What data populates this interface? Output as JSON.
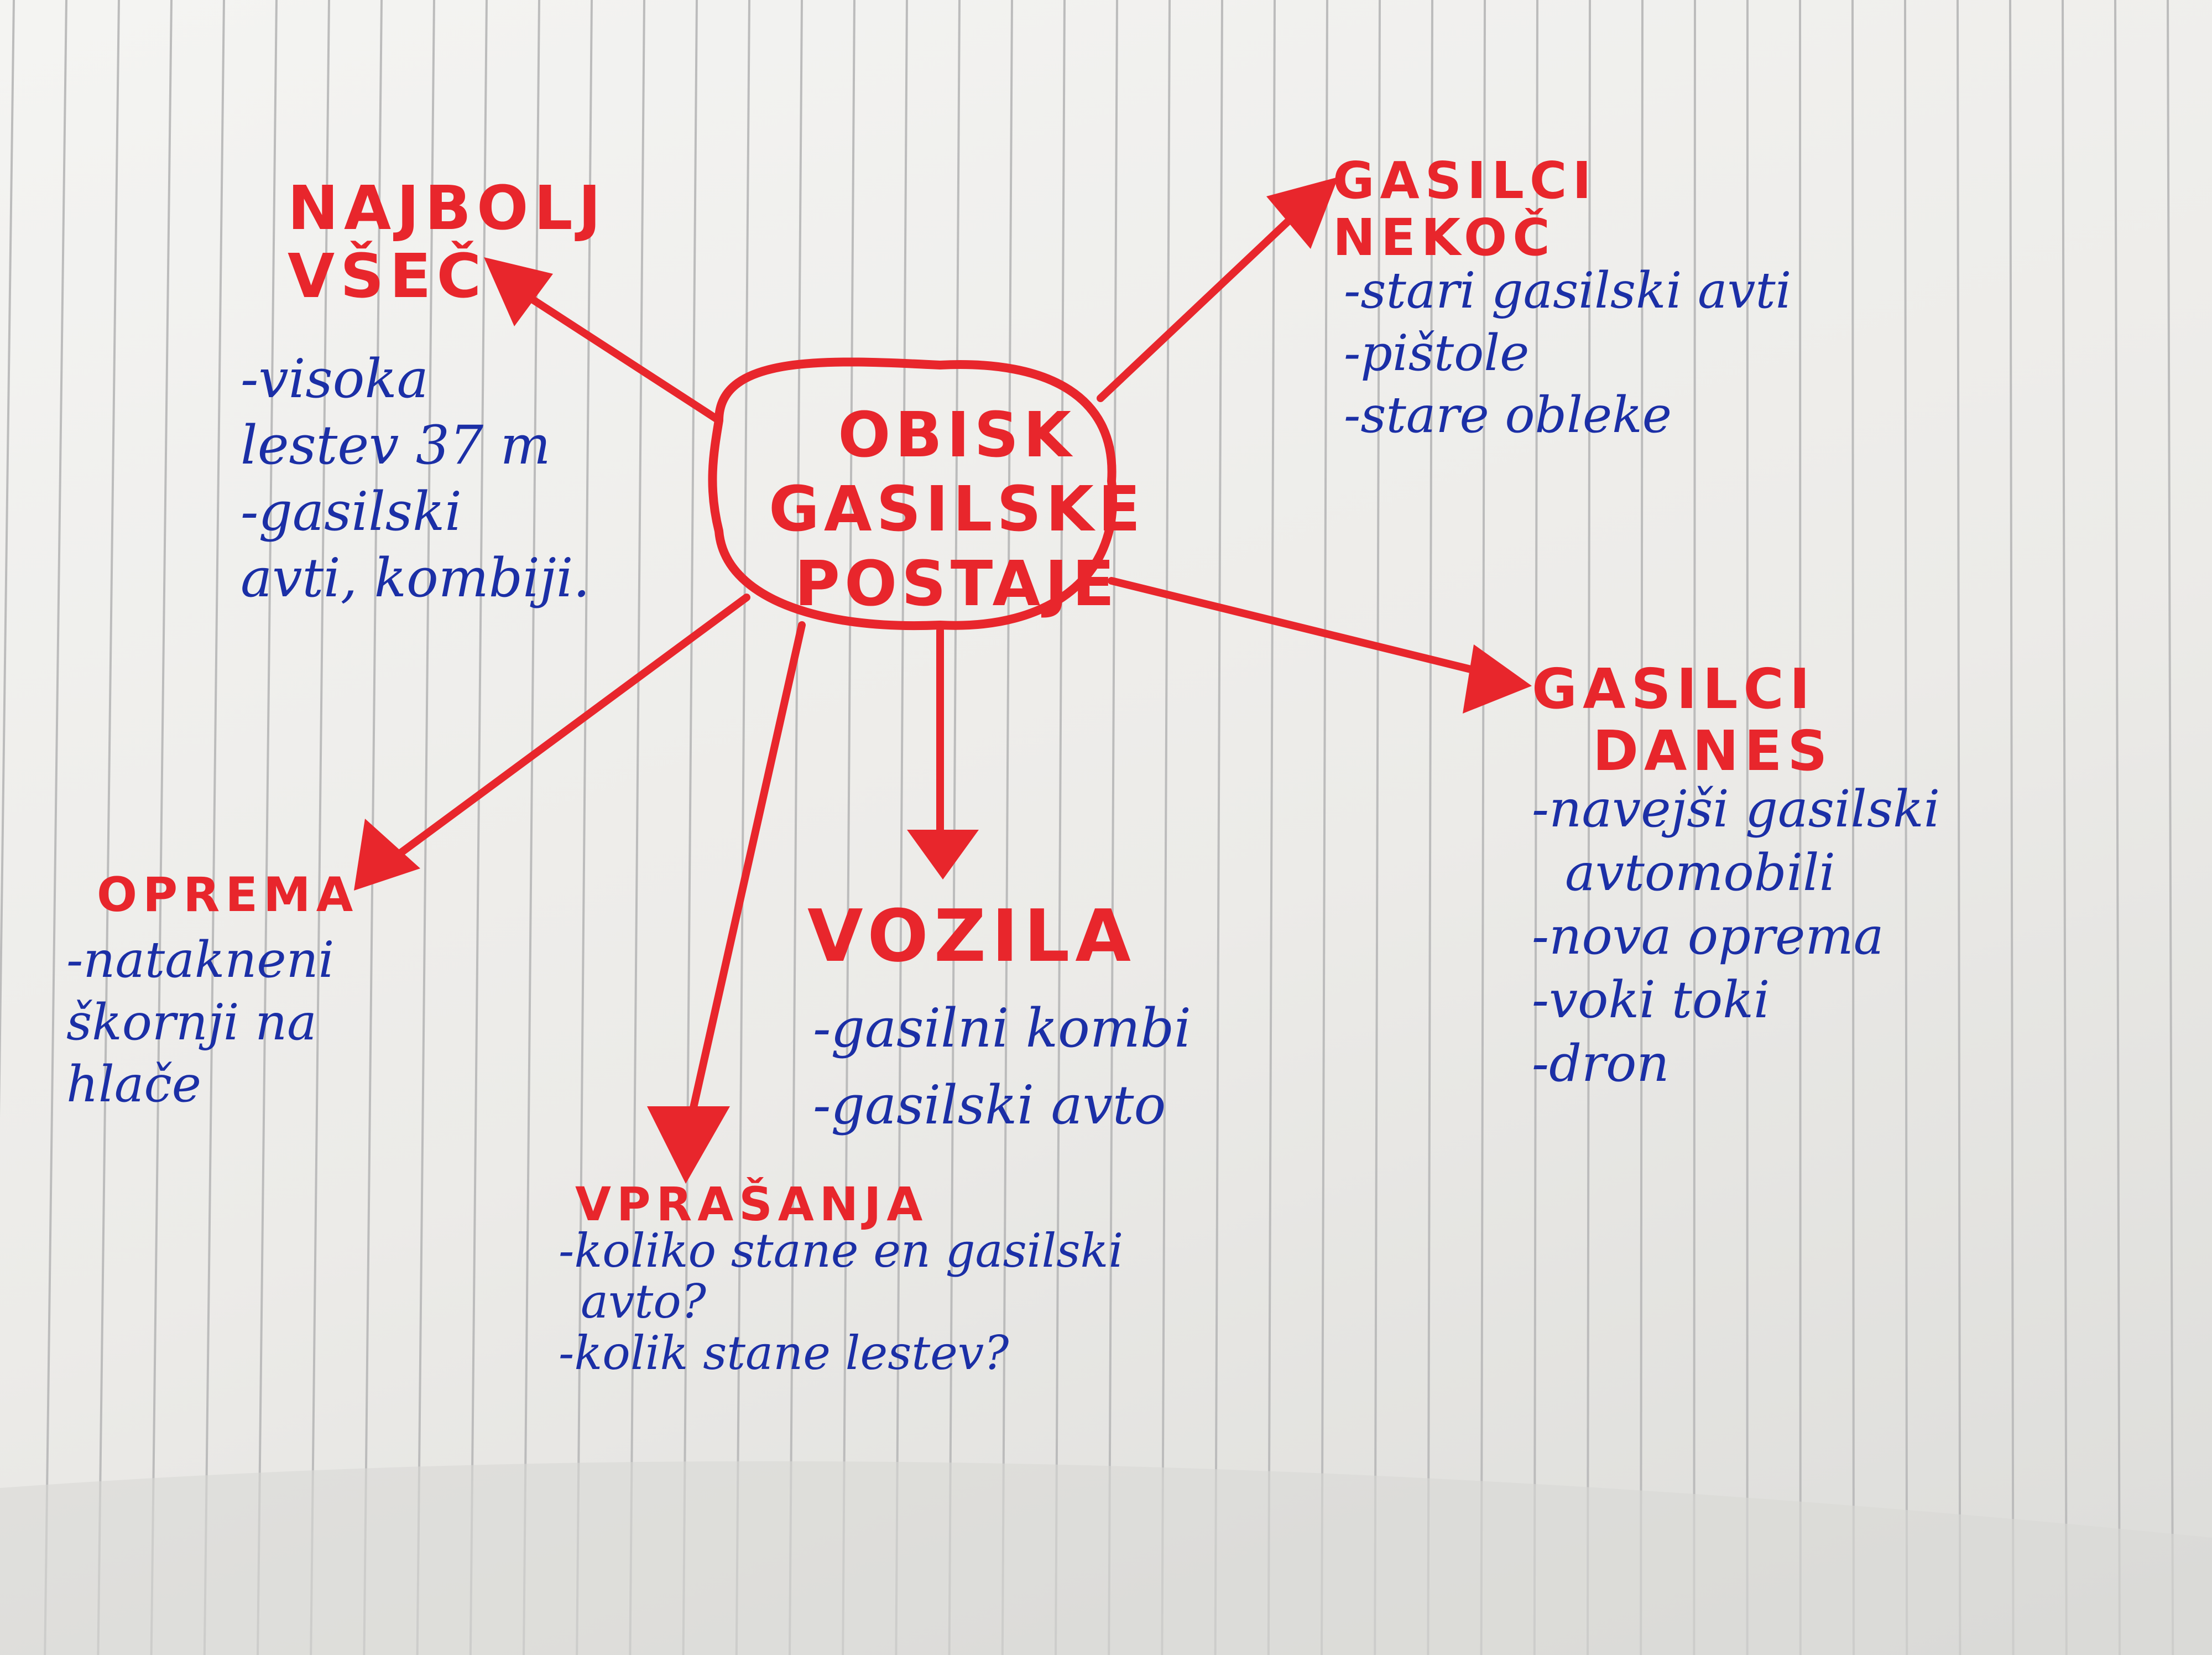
{
  "colors": {
    "red_marker": "#e8262c",
    "blue_ink": "#1b2fa6",
    "paper": "#f4f4f2",
    "ruling": "#bcbcbc"
  },
  "center": {
    "lines": [
      "OBISK",
      "GASILSKE",
      "POSTAJE"
    ]
  },
  "branches": {
    "najbolj_vsec": {
      "title": [
        "NAJBOLJ",
        "VŠEČ"
      ],
      "items": [
        "-visoka",
        "lestev 37 m",
        "-gasilski",
        "avti, kombiji."
      ]
    },
    "gasilci_nekoc": {
      "title": [
        "GASILCI",
        "NEKOČ"
      ],
      "items": [
        "-stari gasilski avti",
        "-pištole",
        "-stare obleke"
      ]
    },
    "gasilci_danes": {
      "title": [
        "GASILCI",
        "DANES"
      ],
      "items": [
        "-navejši gasilski",
        "avtomobili",
        "-nova oprema",
        "-voki toki",
        "-dron"
      ]
    },
    "oprema": {
      "title": [
        "OPREMA"
      ],
      "items": [
        "-natakneni",
        "škornji na",
        "hlače"
      ]
    },
    "vozila": {
      "title": [
        "VOZILA"
      ],
      "items": [
        "-gasilni kombi",
        "-gasilski avto"
      ]
    },
    "vprasanja": {
      "title": [
        "VPRAŠANJA"
      ],
      "items": [
        "-koliko stane en gasilski",
        "avto?",
        "-kolik stane lestev?"
      ]
    }
  }
}
